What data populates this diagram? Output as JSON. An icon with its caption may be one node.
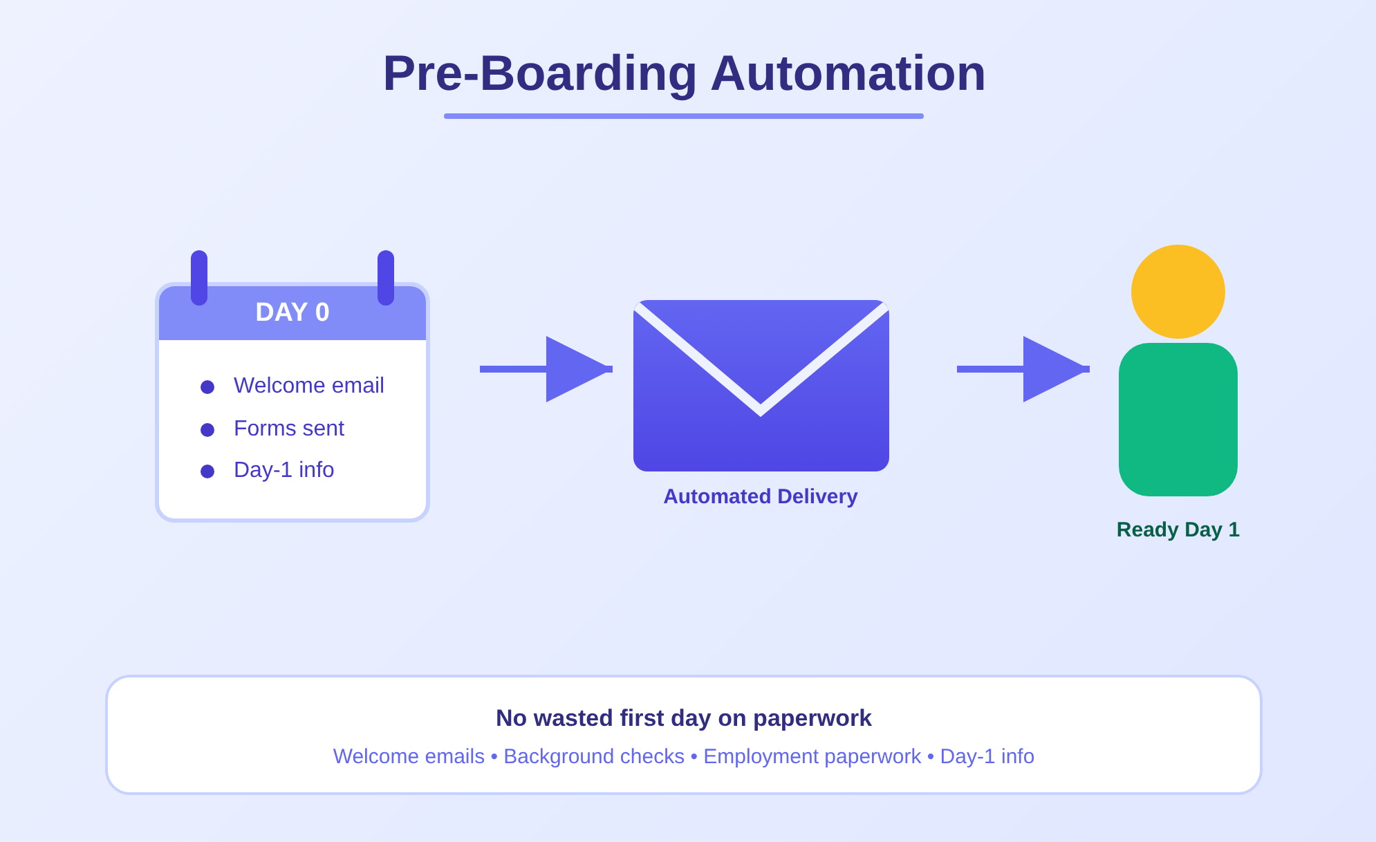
{
  "diagram": {
    "title": "Pre-Boarding Automation",
    "nodes": [
      {
        "text": [
          "DAY 0",
          "Welcome email",
          "Forms sent",
          "Day-1 info"
        ]
      },
      {
        "text": [
          "Automated Delivery"
        ]
      },
      {
        "text": [
          "Ready Day 1"
        ]
      },
      {
        "text": [
          "No wasted first day on paperwork",
          "Welcome emails • Background checks • Employment paperwork • Day-1 info"
        ]
      }
    ],
    "edges": [
      {
        "from": 0,
        "to": 1,
        "arrow": "to"
      },
      {
        "from": 1,
        "to": 2,
        "arrow": "to"
      }
    ]
  }
}
